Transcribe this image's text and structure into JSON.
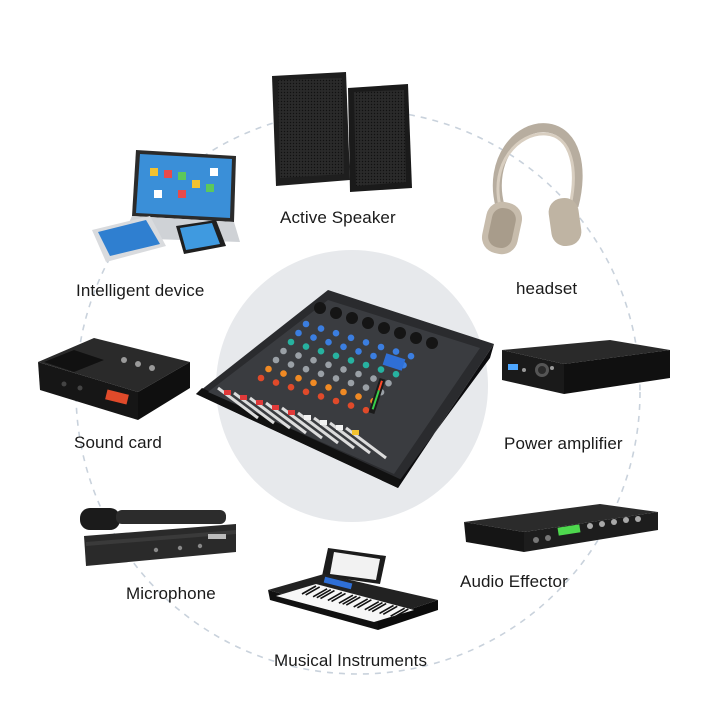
{
  "diagram": {
    "center": {
      "name": "Audio Mixer",
      "icon": "mixer-console-icon"
    },
    "ring_color": "#c9d2dc",
    "center_disc_color": "#e7e9ec",
    "items": [
      {
        "id": "active-speaker",
        "label": "Active Speaker",
        "icon": "speaker-icon"
      },
      {
        "id": "headset",
        "label": "headset",
        "icon": "headphones-icon"
      },
      {
        "id": "power-amplifier",
        "label": "Power amplifier",
        "icon": "amplifier-icon"
      },
      {
        "id": "audio-effector",
        "label": "Audio Effector",
        "icon": "rack-effector-icon"
      },
      {
        "id": "musical-instruments",
        "label": "Musical Instruments",
        "icon": "keyboard-icon"
      },
      {
        "id": "microphone",
        "label": "Microphone",
        "icon": "microphone-icon"
      },
      {
        "id": "sound-card",
        "label": "Sound card",
        "icon": "sound-card-icon"
      },
      {
        "id": "intelligent-device",
        "label": "Intelligent device",
        "icon": "laptop-icon"
      }
    ]
  }
}
